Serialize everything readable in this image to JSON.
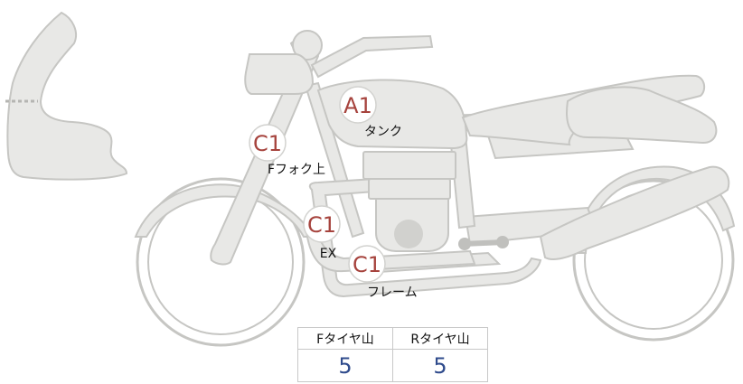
{
  "grades": [
    {
      "code": "A1",
      "label": "タンク"
    },
    {
      "code": "C1",
      "label": "Fフォク上"
    },
    {
      "code": "C1",
      "label": "EX"
    },
    {
      "code": "C1",
      "label": "フレーム"
    }
  ],
  "tire_table": {
    "headers": [
      "Fタイヤ山",
      "Rタイヤ山"
    ],
    "values": [
      "5",
      "5"
    ]
  },
  "colors": {
    "part_fill": "#e8e8e6",
    "part_stroke": "#c6c6c3",
    "grade_text": "#a6433d",
    "tire_value": "#2f4b8c"
  }
}
